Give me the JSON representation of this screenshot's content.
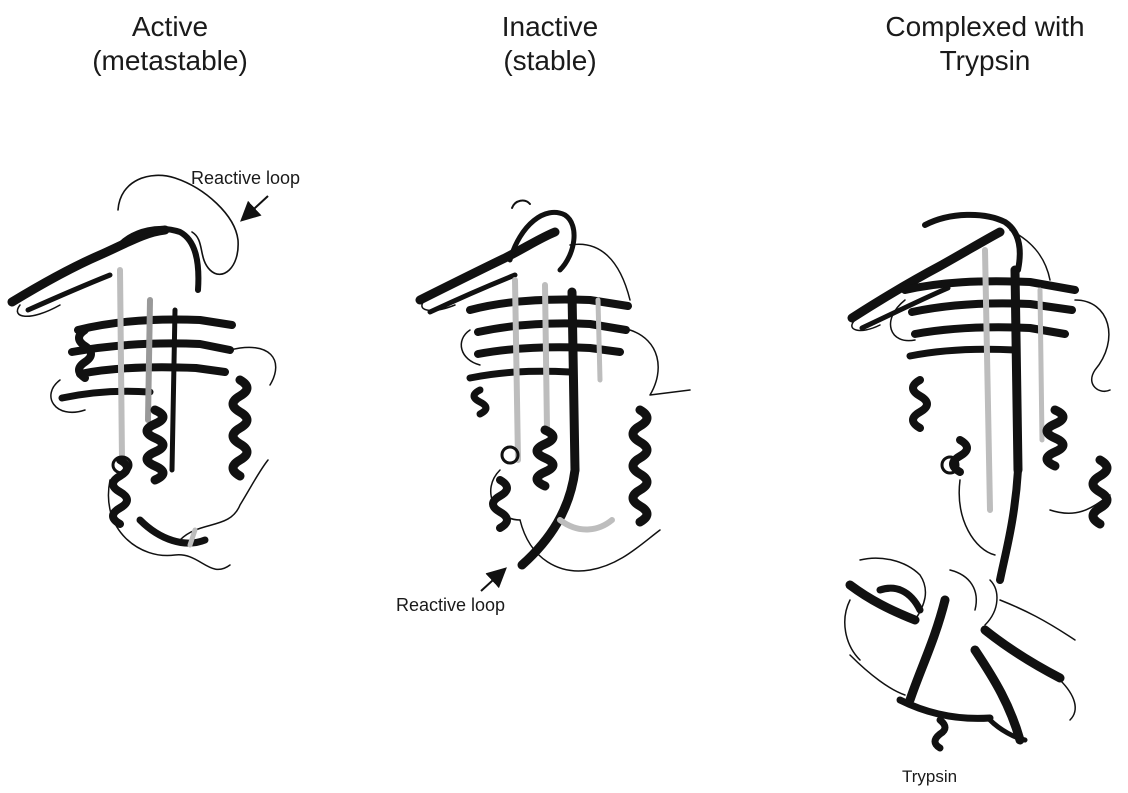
{
  "panels": [
    {
      "title": "Active\n(metastable)",
      "annotation": "Reactive loop"
    },
    {
      "title": "Inactive\n(stable)",
      "annotation": "Reactive loop"
    },
    {
      "title": "Complexed with\nTrypsin",
      "annotation": "Trypsin"
    }
  ],
  "colors": {
    "ink": "#111111",
    "strand_light": "#bdbdbd",
    "background": "#ffffff"
  }
}
